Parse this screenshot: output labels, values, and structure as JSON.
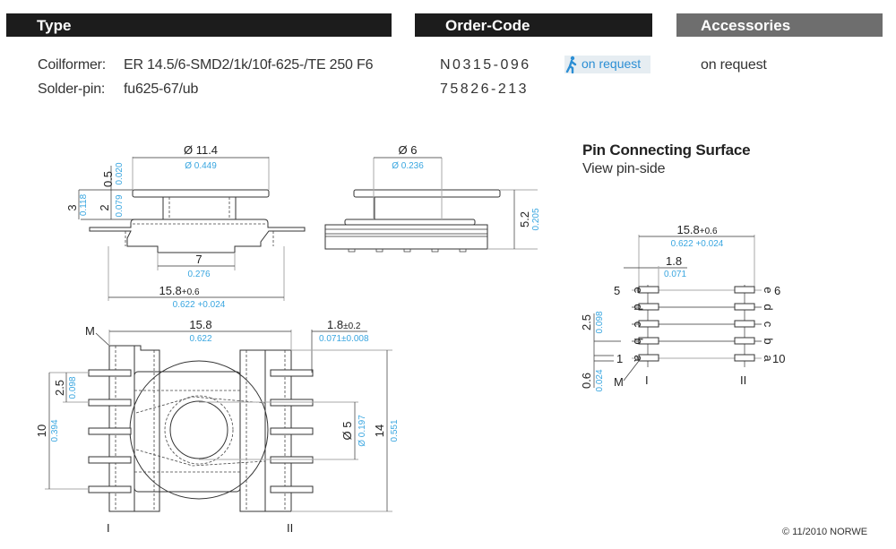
{
  "headers": {
    "type": "Type",
    "order_code": "Order-Code",
    "accessories": "Accessories"
  },
  "rows": [
    {
      "label": "Coilformer:",
      "value": "ER 14.5/6-SMD2/1k/10f-625-/TE 250 F6",
      "code": "N0315-096",
      "badge": "on request",
      "accessory": "on request"
    },
    {
      "label": "Solder-pin:",
      "value": "fu625-67/ub",
      "code": "75826-213"
    }
  ],
  "colors": {
    "header_dark": "#1c1c1c",
    "header_gray": "#6e6e6e",
    "dim_blue": "#39a6e0"
  },
  "side_view": {
    "d_flange": "Ø 11.4",
    "d_flange_in": "Ø 0.449",
    "flange_t": "0.5",
    "flange_t_in": "0.020",
    "height": "3",
    "height_in": "0.118",
    "body_h": "2",
    "body_h_in": "0.079",
    "base_w": "7",
    "base_w_in": "0.276",
    "total_w": "15.8",
    "total_tol": "+0.6",
    "total_w_in": "0.622 +0.024"
  },
  "front_view": {
    "d_core": "Ø 6",
    "d_core_in": "Ø 0.236",
    "height": "5.2",
    "height_in": "0.205"
  },
  "bottom_view": {
    "marker": "M",
    "width": "15.8",
    "width_in": "0.622",
    "pin_w": "1.8",
    "pin_tol": "±0.2",
    "pin_w_in": "0.071±0.008",
    "pitch": "2.5",
    "pitch_in": "0.098",
    "span": "10",
    "span_in": "0.394",
    "hole": "Ø 5",
    "hole_in": "Ø 0.197",
    "depth": "14",
    "depth_in": "0.551",
    "row_left": "I",
    "row_right": "II"
  },
  "pin_surface": {
    "title": "Pin Connecting Surface",
    "subtitle": "View pin-side",
    "width": "15.8",
    "width_tol": "+0.6",
    "width_in": "0.622 +0.024",
    "pin_w": "1.8",
    "pin_w_in": "0.071",
    "pitch": "2.5",
    "pitch_in": "0.098",
    "offset": "0.6",
    "offset_in": "0.024",
    "marker": "M",
    "row_left": "I",
    "row_right": "II",
    "left_numbers": [
      "5",
      "1"
    ],
    "right_numbers": [
      "6",
      "10"
    ],
    "letters": [
      "e",
      "d",
      "c",
      "b",
      "a"
    ]
  },
  "copyright": "© 11/2010 NORWE"
}
